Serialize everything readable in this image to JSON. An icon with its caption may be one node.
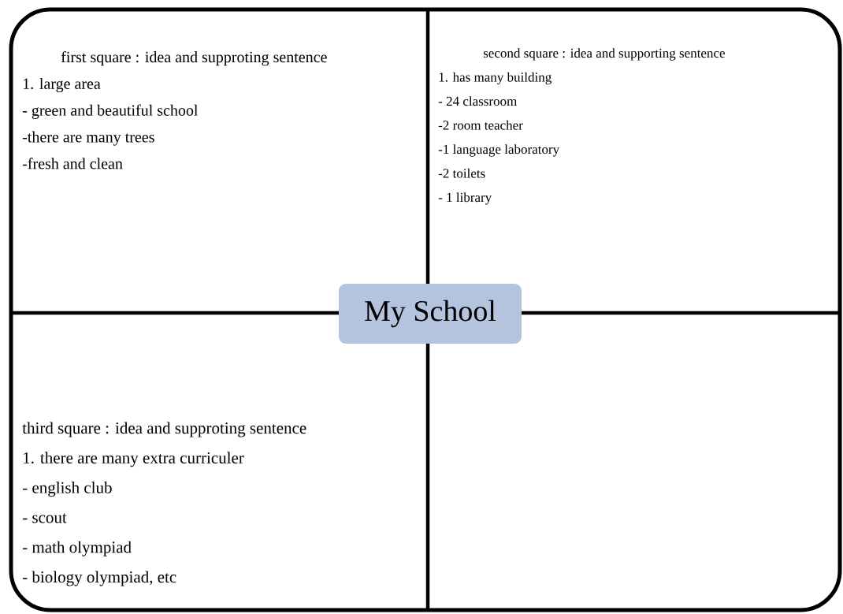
{
  "diagram": {
    "nodes": [
      {
        "text": [
          "first square : idea and supproting sentence",
          "1. large area",
          "- green and beautiful school",
          "-there are many trees",
          "-fresh and clean"
        ]
      },
      {
        "text": [
          "second  square : idea and supporting sentence",
          "1. has many building",
          "- 24 classroom",
          "-2 room teacher",
          "-1  language laboratory",
          "-2 toilets",
          "- 1 library"
        ]
      },
      {
        "text": [
          "My School"
        ]
      },
      {
        "text": [
          "third square : idea and supproting sentence",
          "1. there are many extra curriculer",
          "- english club",
          "- scout",
          "- math olympiad",
          "- biology olympiad, etc"
        ]
      }
    ]
  }
}
